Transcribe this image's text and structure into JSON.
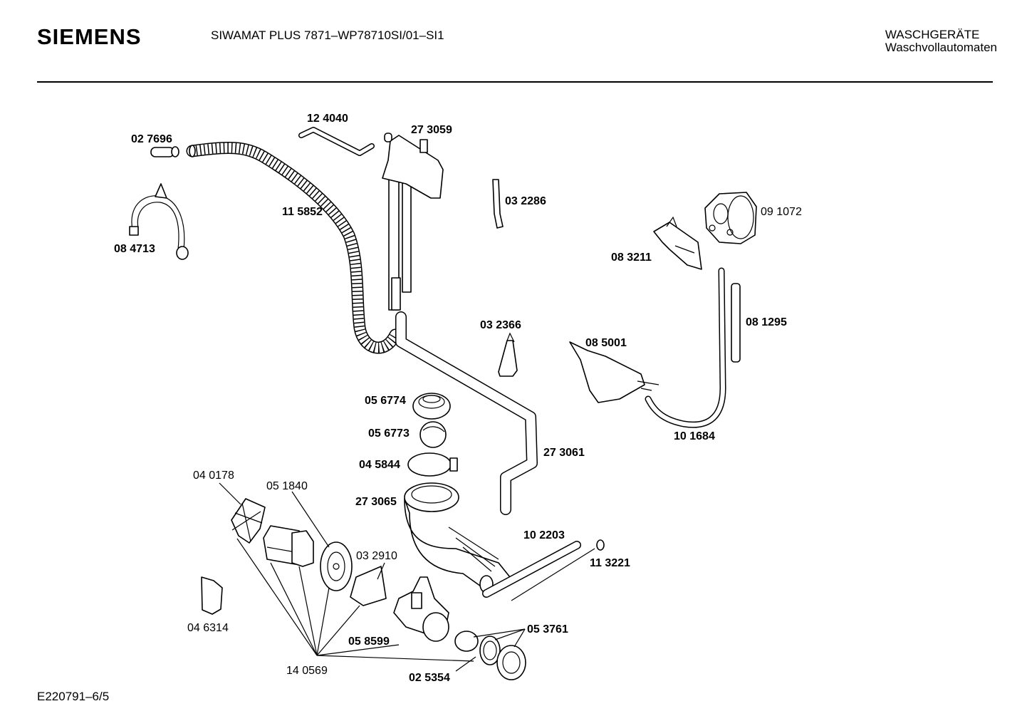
{
  "header": {
    "brand": "SIEMENS",
    "model": "SIWAMAT PLUS 7871–WP78710SI/01–SI1",
    "category_line1": "WASCHGERÄTE",
    "category_line2": "Waschvollautomaten"
  },
  "footer": {
    "doc_number": "E220791–6/5"
  },
  "parts": [
    {
      "id": "p-124040",
      "label": "12 4040"
    },
    {
      "id": "p-273059",
      "label": "27 3059"
    },
    {
      "id": "p-027696",
      "label": "02 7696"
    },
    {
      "id": "p-032286",
      "label": "03 2286"
    },
    {
      "id": "p-115852",
      "label": "11 5852"
    },
    {
      "id": "p-084713",
      "label": "08 4713"
    },
    {
      "id": "p-091072",
      "label": "09 1072"
    },
    {
      "id": "p-083211",
      "label": "08 3211"
    },
    {
      "id": "p-032366",
      "label": "03 2366"
    },
    {
      "id": "p-081295",
      "label": "08 1295"
    },
    {
      "id": "p-085001",
      "label": "08 5001"
    },
    {
      "id": "p-056774",
      "label": "05 6774"
    },
    {
      "id": "p-056773",
      "label": "05 6773"
    },
    {
      "id": "p-101684",
      "label": "10 1684"
    },
    {
      "id": "p-273061",
      "label": "27 3061"
    },
    {
      "id": "p-045844",
      "label": "04 5844"
    },
    {
      "id": "p-040178",
      "label": "04 0178"
    },
    {
      "id": "p-051840",
      "label": "05 1840"
    },
    {
      "id": "p-273065",
      "label": "27 3065"
    },
    {
      "id": "p-102203",
      "label": "10 2203"
    },
    {
      "id": "p-032910",
      "label": "03 2910"
    },
    {
      "id": "p-113221",
      "label": "11 3221"
    },
    {
      "id": "p-046314",
      "label": "04 6314"
    },
    {
      "id": "p-053761",
      "label": "05 3761"
    },
    {
      "id": "p-058599",
      "label": "05 8599"
    },
    {
      "id": "p-140569",
      "label": "14 0569"
    },
    {
      "id": "p-025354",
      "label": "02 5354"
    }
  ]
}
